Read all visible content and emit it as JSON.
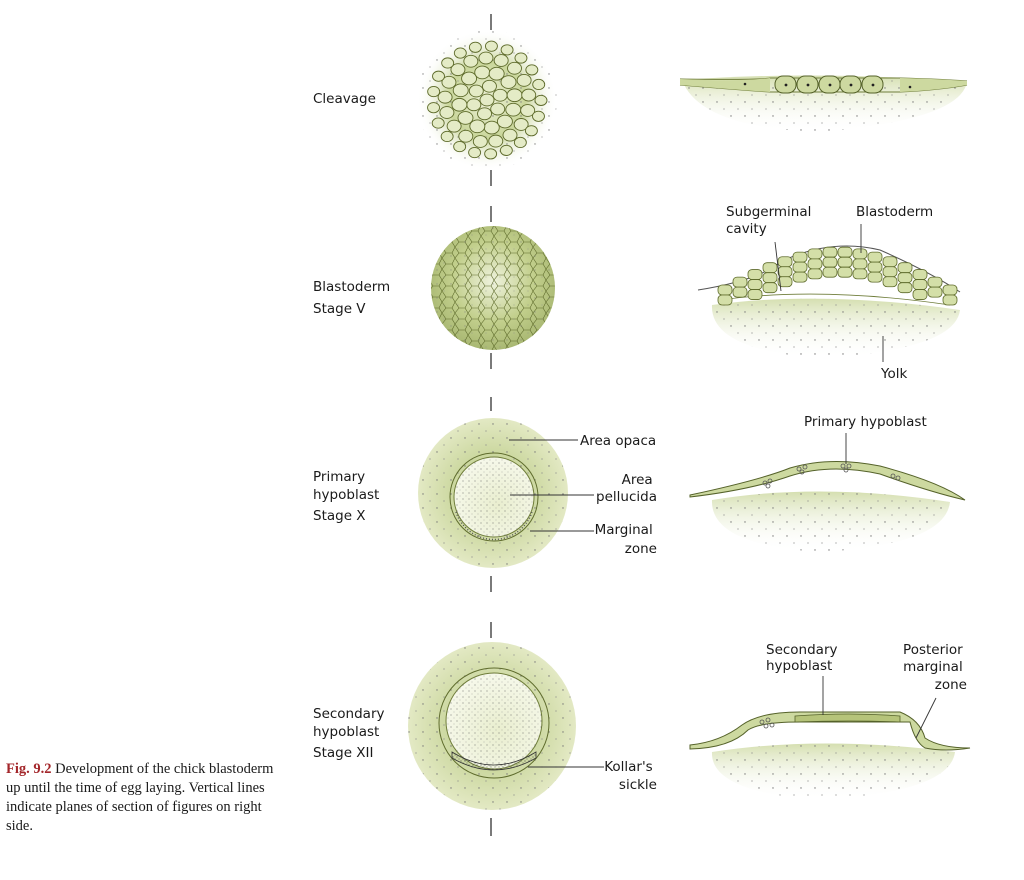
{
  "colors": {
    "tissue_fill": "#cdd9a0",
    "tissue_stroke": "#6f7d3a",
    "yolk": "#dfe6c0",
    "leader": "#333333",
    "caption_figure_number": "#a3262a"
  },
  "stages": [
    {
      "id": "cleavage",
      "label_lines": [
        "Cleavage"
      ]
    },
    {
      "id": "blastoderm",
      "label_lines": [
        "Blastoderm",
        "Stage V"
      ]
    },
    {
      "id": "primary",
      "label_lines": [
        "Primary",
        "hypoblast",
        "Stage X"
      ]
    },
    {
      "id": "secondary",
      "label_lines": [
        "Secondary",
        "hypoblast",
        "Stage XII"
      ]
    }
  ],
  "annotations": {
    "subgerminal_cavity": [
      "Subgerminal",
      "cavity"
    ],
    "blastoderm": [
      "Blastoderm"
    ],
    "yolk": [
      "Yolk"
    ],
    "area_opaca": [
      "Area opaca"
    ],
    "area_pellucida": [
      "Area",
      "pellucida"
    ],
    "marginal_zone": [
      "Marginal",
      "zone"
    ],
    "primary_hypoblast": [
      "Primary hypoblast"
    ],
    "secondary_hypoblast": [
      "Secondary",
      "hypoblast"
    ],
    "posterior_marginal_zone": [
      "Posterior",
      "marginal",
      "zone"
    ],
    "kollars_sickle": [
      "Kollar's",
      "sickle"
    ]
  },
  "caption": {
    "number": "Fig. 9.2",
    "text": "Development of the chick blastoderm up until the time of egg laying. Vertical lines indicate planes of section of figures on right side."
  }
}
